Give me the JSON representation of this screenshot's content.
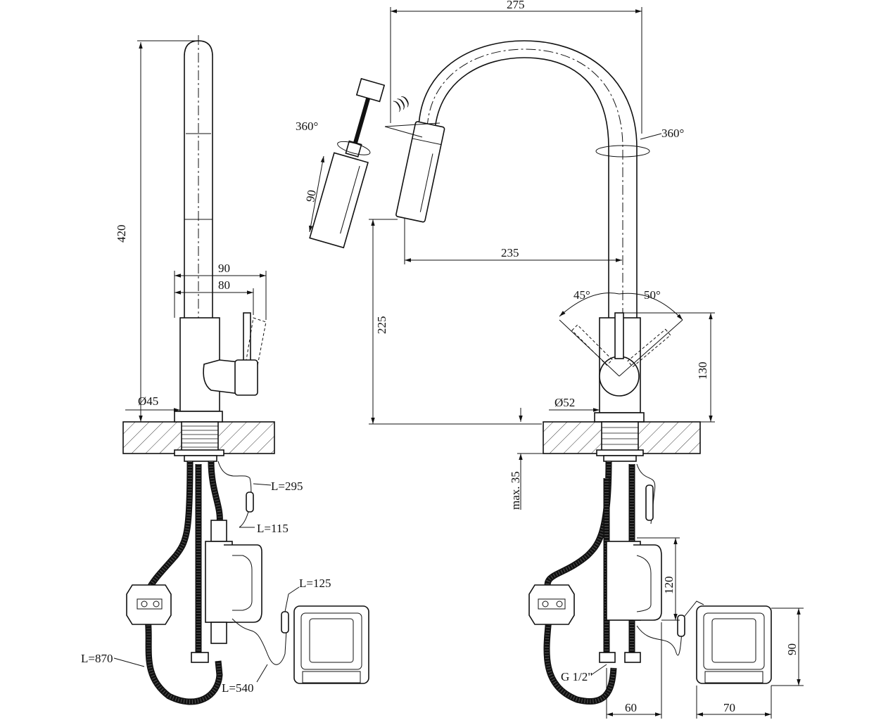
{
  "title": "Kitchen faucet with pull-out spray and sensor - dimensional drawing",
  "colors": {
    "line": "#111111",
    "background": "#ffffff"
  },
  "side_view": {
    "height": "420",
    "lever_reach_outer": "90",
    "lever_reach_inner": "80",
    "base_diameter": "Ø45",
    "hose_labels": {
      "l295": "L=295",
      "l115": "L=115",
      "l125": "L=125",
      "l870": "L=870",
      "l540": "L=540"
    }
  },
  "spray_head": {
    "rotation": "360°",
    "length": "90"
  },
  "front_view": {
    "total_width": "275",
    "spout_rotation": "360°",
    "spout_reach": "235",
    "spout_height": "225",
    "lever_left_angle": "45°",
    "lever_right_angle": "50°",
    "body_height": "130",
    "base_diameter": "Ø52",
    "max_thickness": "max. 35",
    "valve_height": "120",
    "sensor_height": "90",
    "connection": "G 1/2\"",
    "valve_depth": "60",
    "sensor_width": "70"
  }
}
